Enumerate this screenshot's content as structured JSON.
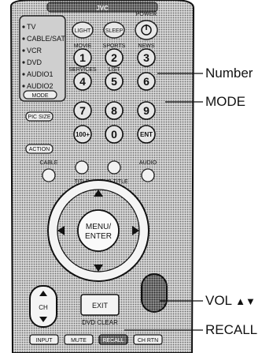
{
  "callouts": {
    "number": "Number",
    "mode": "MODE",
    "vol": "VOL",
    "vol_arrows": "▲▼",
    "recall": "RECALL"
  },
  "remote": {
    "brand": "JVC",
    "mode_list": [
      "TV",
      "CABLE/SAT",
      "VCR",
      "DVD",
      "AUDIO1",
      "AUDIO2"
    ],
    "mode_button": "MODE",
    "top_buttons": [
      "LIGHT",
      "SLEEP",
      "POWER"
    ],
    "number_keys": [
      "1",
      "2",
      "3",
      "4",
      "5",
      "6",
      "7",
      "8",
      "9",
      "100+",
      "0",
      "ENT"
    ],
    "number_key_labels": [
      "MOVIE",
      "SPORTS",
      "NEWS",
      "SERVICES",
      "LIST",
      ""
    ],
    "pic_size": "PIC SIZE",
    "action": "ACTION",
    "mid_labels": [
      "CABLE",
      "TITLE",
      "SUB TITLE",
      "AUDIO"
    ],
    "menu_enter": [
      "MENU/",
      "ENTER"
    ],
    "ch": "CH",
    "exit": "EXIT",
    "dvd_clear": "DVD CLEAR",
    "bottom_buttons": [
      "INPUT",
      "MUTE",
      "RECALL",
      "CH RTN"
    ]
  }
}
